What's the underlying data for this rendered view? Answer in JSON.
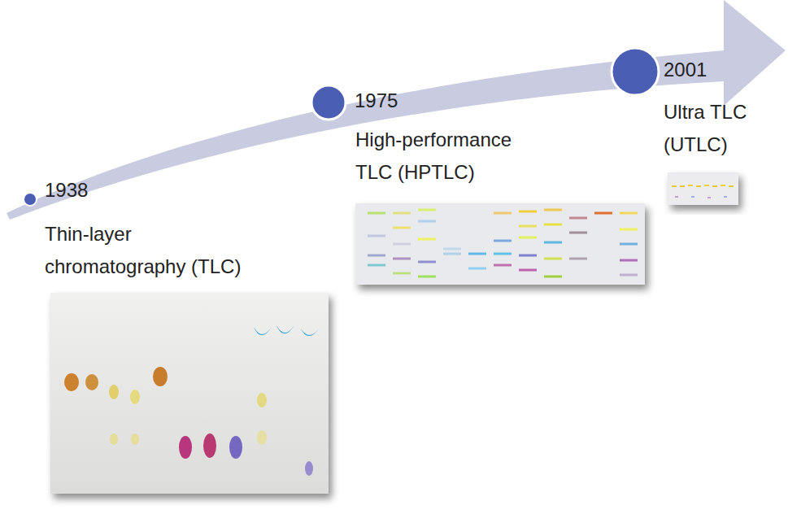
{
  "diagram": {
    "labels": [
      "1938",
      "Thin-layer chromatography (TLC)",
      "1975",
      "High-performance TLC (HPTLC)",
      "2001",
      "Ultra TLC (UTLC)"
    ]
  }
}
